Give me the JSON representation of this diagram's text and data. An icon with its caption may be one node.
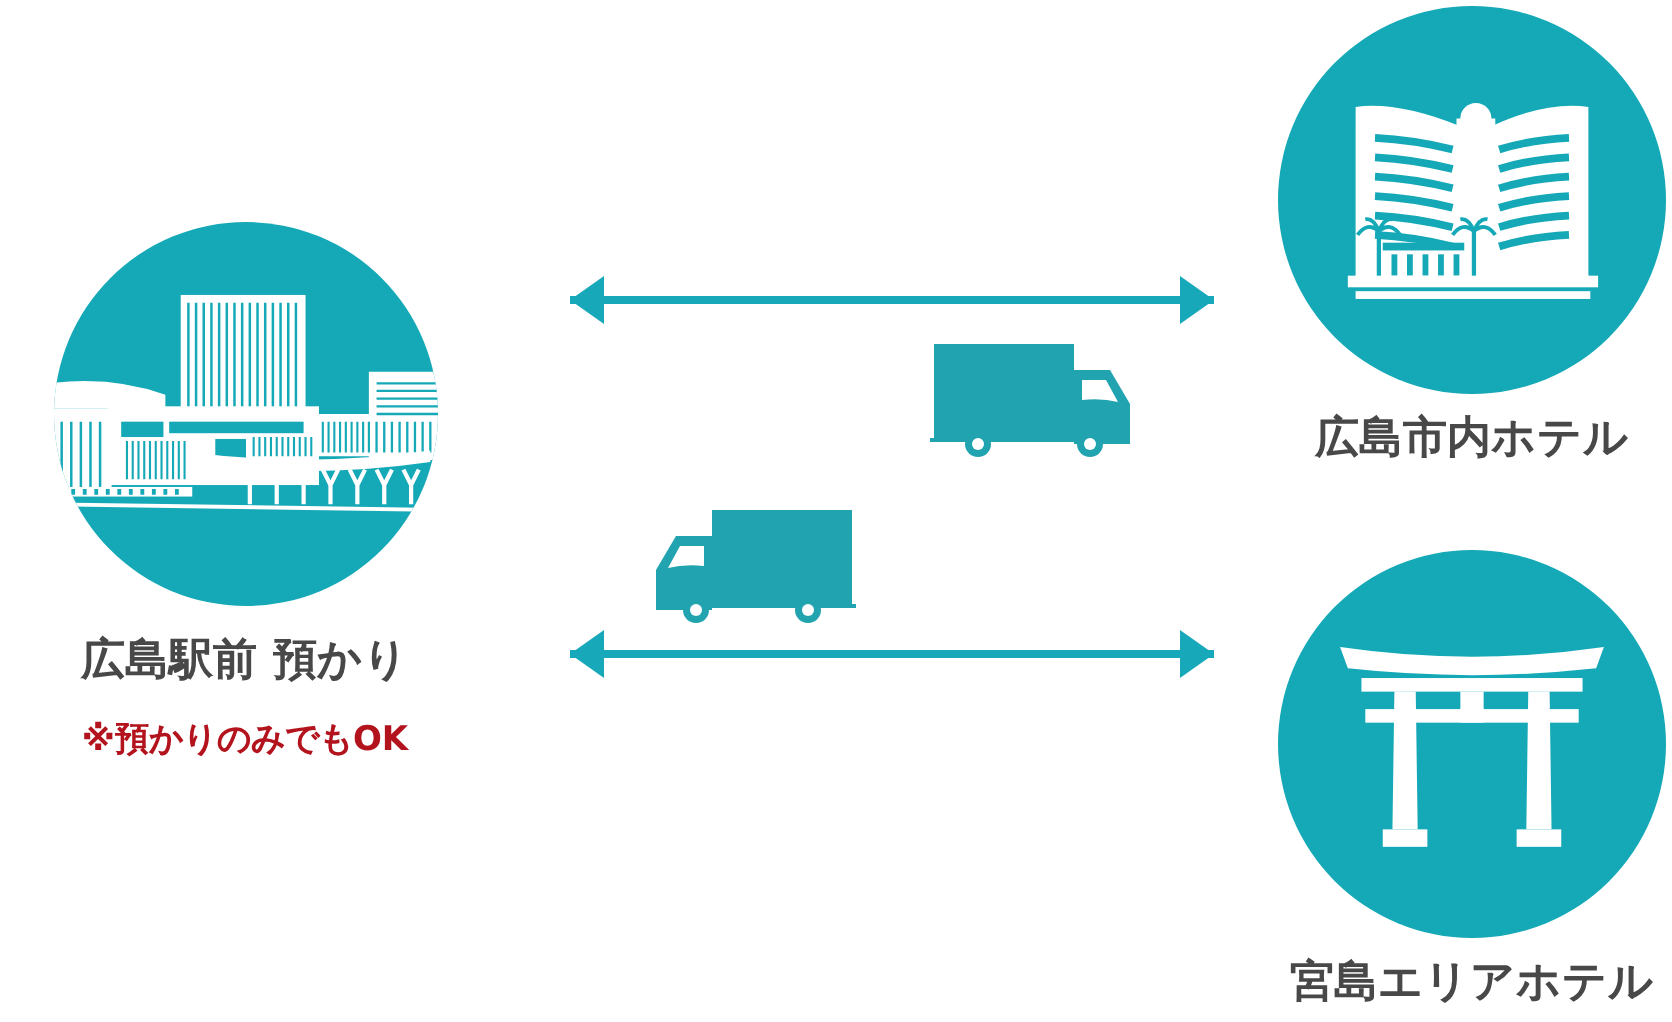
{
  "diagram": {
    "nodes": [
      {
        "text": [
          "広島駅前 預かり"
        ],
        "beside": [
          "※預かりのみでもOK"
        ]
      },
      {
        "text": [
          "広島市内ホテル"
        ]
      },
      {
        "text": [
          "宮島エリアホテル"
        ]
      }
    ],
    "edges": [
      {
        "from": 0,
        "to": 1,
        "arrow": "both"
      },
      {
        "from": 0,
        "to": 2,
        "arrow": "both"
      }
    ]
  }
}
